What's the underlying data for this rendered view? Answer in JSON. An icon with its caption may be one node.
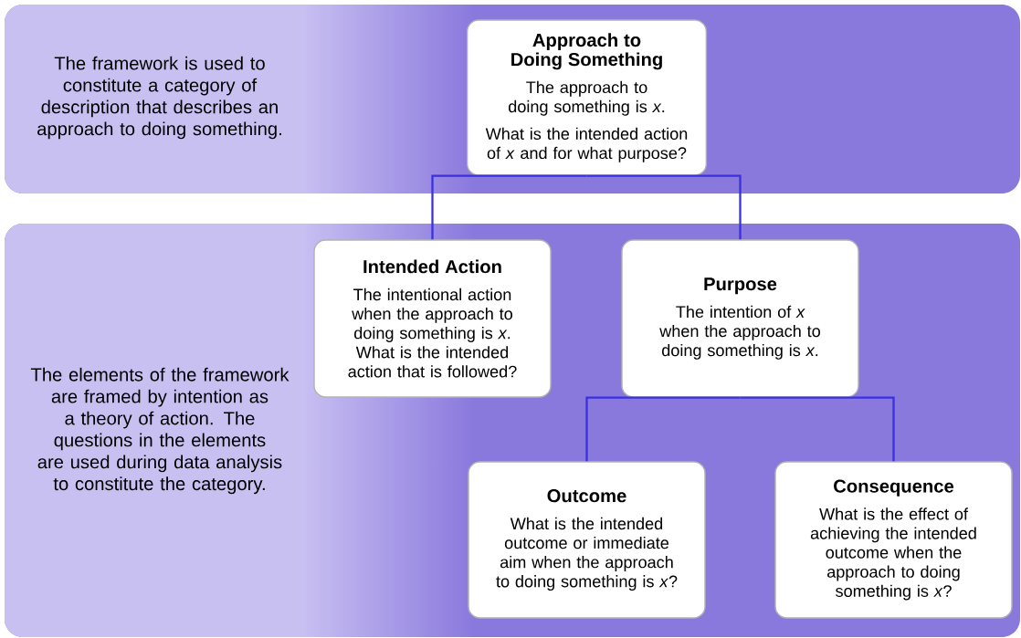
{
  "diagram": {
    "nodes": [
      {
        "text": [
          "The framework is used to constitute a category of description that describes an approach to doing something."
        ]
      },
      {
        "text": [
          "Approach to Doing Something",
          "The approach to doing something is *x*.",
          "What is the intended action of *x* and for what purpose?"
        ],
        "in": 0
      },
      {
        "text": [
          "The elements of the framework are framed by intention as a theory of action. The questions in the elements are used during data analysis to constitute the category."
        ]
      },
      {
        "text": [
          "Intended Action",
          "The intentional action when the approach to doing something is *x*. What is the intended action that is followed?"
        ],
        "in": 2
      },
      {
        "text": [
          "Purpose",
          "The intention of *x* when the approach to doing something is *x*."
        ],
        "in": 2
      },
      {
        "text": [
          "Outcome",
          "What is the intended outcome or immediate aim when the approach to doing something is *x*?"
        ],
        "in": 2
      },
      {
        "text": [
          "Consequence",
          "What is the effect of achieving the intended outcome when the approach to doing something is *x*?"
        ],
        "in": 2
      }
    ],
    "edges": [
      {
        "from": 1,
        "to": 3,
        "arrow": "none"
      },
      {
        "from": 1,
        "to": 4,
        "arrow": "none"
      },
      {
        "from": 4,
        "to": 5,
        "arrow": "none"
      },
      {
        "from": 4,
        "to": 6,
        "arrow": "none"
      }
    ]
  }
}
